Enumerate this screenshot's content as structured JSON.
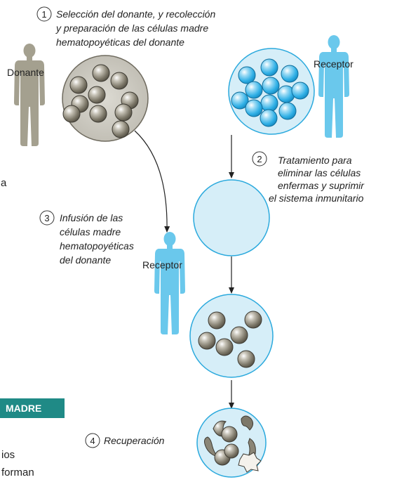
{
  "steps": [
    {
      "number": "1",
      "lines": [
        "Selección del donante, y recolección",
        "y preparación de las células madre",
        "hematopoyéticas del donante"
      ]
    },
    {
      "number": "2",
      "lines": [
        "Tratamiento para",
        "eliminar las células",
        "enfermas y suprimir",
        "el sistema inmunitario"
      ]
    },
    {
      "number": "3",
      "lines": [
        "Infusión de las",
        "células madre",
        "hematopoyéticas",
        "del donante"
      ]
    },
    {
      "number": "4",
      "lines": [
        "Recuperación"
      ]
    }
  ],
  "figures": {
    "donor_label": "Donante",
    "recipient_label_top": "Receptor",
    "recipient_label_mid": "Receptor"
  },
  "page_fragments": {
    "left_edge_char": "a",
    "banner_text": "MADRE",
    "body_lines": [
      "ios",
      "forman"
    ]
  },
  "colors": {
    "donor_figure": "#a4a08f",
    "recipient_figure": "#6ac8ec",
    "donor_cell_bg": "#cfcdc4",
    "recipient_cell_bg": "#d6eef8",
    "circle_outline": "#2aa9dd",
    "donor_cell": "#7f7a6c",
    "recipient_cell": "#36b3e6",
    "banner": "#1f8a86",
    "arrow": "#222222"
  }
}
